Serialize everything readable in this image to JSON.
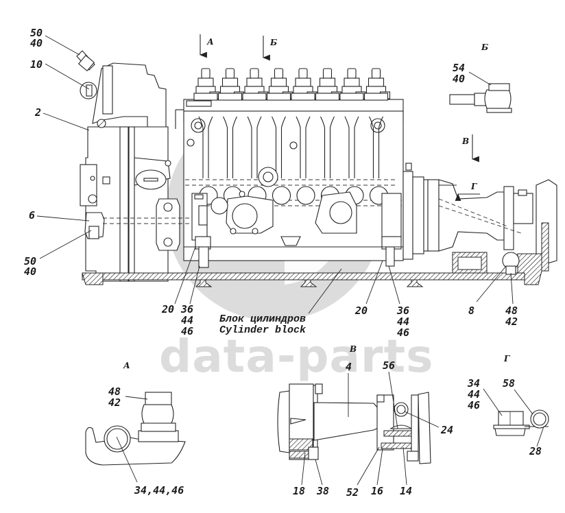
{
  "diagram": {
    "subject": "Fuel injection pump mounting on cylinder block",
    "watermark": "data-parts",
    "caption": {
      "ru": "Блок цилиндров",
      "en": "Cylinder block"
    },
    "view_markers": {
      "A": "А",
      "B": "Б",
      "V": "В",
      "G": "Г"
    },
    "main_view": {
      "callouts": [
        {
          "id": "c-50-40-top",
          "lines": [
            "50",
            "40"
          ]
        },
        {
          "id": "c-10",
          "lines": [
            "10"
          ]
        },
        {
          "id": "c-2",
          "lines": [
            "2"
          ]
        },
        {
          "id": "c-6",
          "lines": [
            "6"
          ]
        },
        {
          "id": "c-50-40-bottom",
          "lines": [
            "50",
            "40"
          ]
        },
        {
          "id": "c-20-left",
          "lines": [
            "20"
          ]
        },
        {
          "id": "c-36-44-46-left",
          "lines": [
            "36",
            "44",
            "46"
          ]
        },
        {
          "id": "c-20-right",
          "lines": [
            "20"
          ]
        },
        {
          "id": "c-36-44-46-right",
          "lines": [
            "36",
            "44",
            "46"
          ]
        },
        {
          "id": "c-8",
          "lines": [
            "8"
          ]
        },
        {
          "id": "c-48-42",
          "lines": [
            "48",
            "42"
          ]
        }
      ]
    },
    "detail_B": {
      "title": "Б",
      "callouts": [
        {
          "id": "c-54-40",
          "lines": [
            "54",
            "40"
          ]
        }
      ]
    },
    "detail_A": {
      "title": "А",
      "callouts": [
        {
          "id": "c-48-42-a",
          "lines": [
            "48",
            "42"
          ]
        },
        {
          "id": "c-34-44-46",
          "lines": [
            "34,44,46"
          ]
        }
      ]
    },
    "detail_V": {
      "title": "В",
      "callouts": [
        {
          "id": "c-4",
          "lines": [
            "4"
          ]
        },
        {
          "id": "c-56",
          "lines": [
            "56"
          ]
        },
        {
          "id": "c-24",
          "lines": [
            "24"
          ]
        },
        {
          "id": "c-18",
          "lines": [
            "18"
          ]
        },
        {
          "id": "c-38",
          "lines": [
            "38"
          ]
        },
        {
          "id": "c-52",
          "lines": [
            "52"
          ]
        },
        {
          "id": "c-16",
          "lines": [
            "16"
          ]
        },
        {
          "id": "c-14",
          "lines": [
            "14"
          ]
        }
      ]
    },
    "detail_G": {
      "title": "Г",
      "callouts": [
        {
          "id": "c-34-44-46-g",
          "lines": [
            "34",
            "44",
            "46"
          ]
        },
        {
          "id": "c-58",
          "lines": [
            "58"
          ]
        },
        {
          "id": "c-28",
          "lines": [
            "28"
          ]
        }
      ]
    }
  }
}
